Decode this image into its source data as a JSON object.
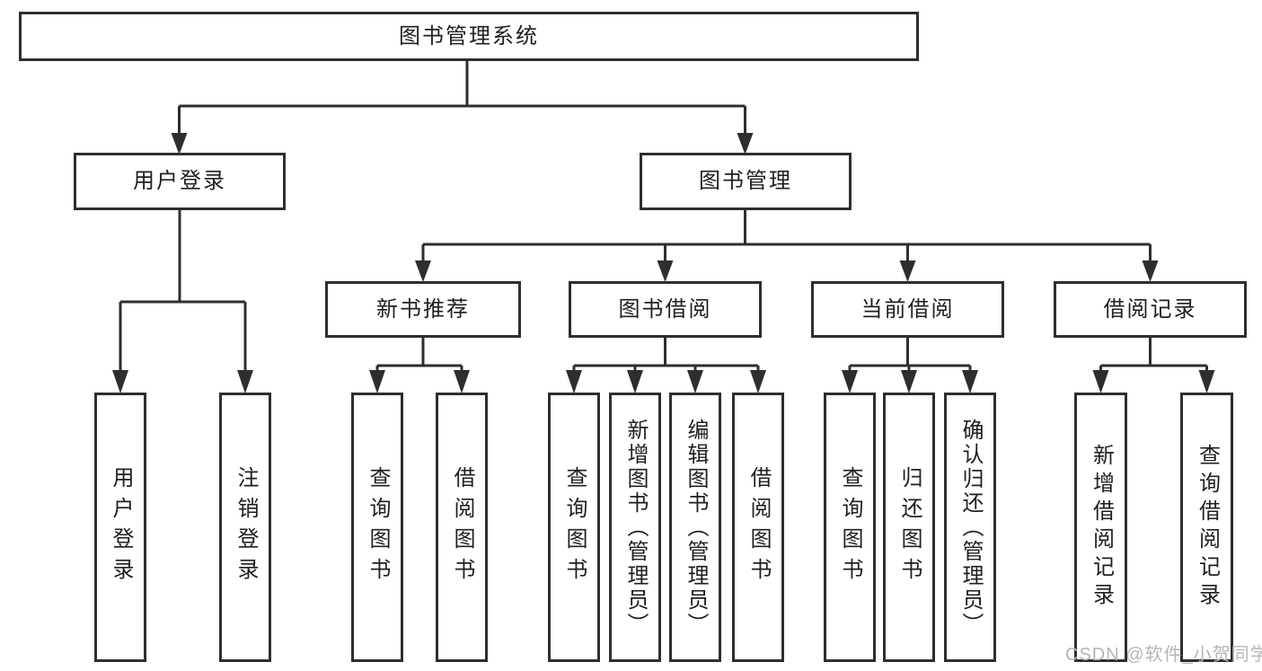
{
  "tree": {
    "root": "图书管理系统",
    "login": {
      "label": "用户登录",
      "children": [
        "用户登录",
        "注销登录"
      ]
    },
    "manage": {
      "label": "图书管理",
      "sections": [
        {
          "label": "新书推荐",
          "children": [
            "查询图书",
            "借阅图书"
          ]
        },
        {
          "label": "图书借阅",
          "children": [
            "查询图书",
            "新增图书（管理员）",
            "编辑图书（管理员）",
            "借阅图书"
          ]
        },
        {
          "label": "当前借阅",
          "children": [
            "查询图书",
            "归还图书",
            "确认归还（管理员）"
          ]
        },
        {
          "label": "借阅记录",
          "children": [
            "新增借阅记录",
            "查询借阅记录"
          ]
        }
      ]
    }
  },
  "watermark": "CSDN @软件_小贺同学",
  "colors": {
    "line": "#2e2e2e",
    "text": "#1f1f1f",
    "watermark": "#b5b5b5",
    "background": "#ffffff"
  }
}
